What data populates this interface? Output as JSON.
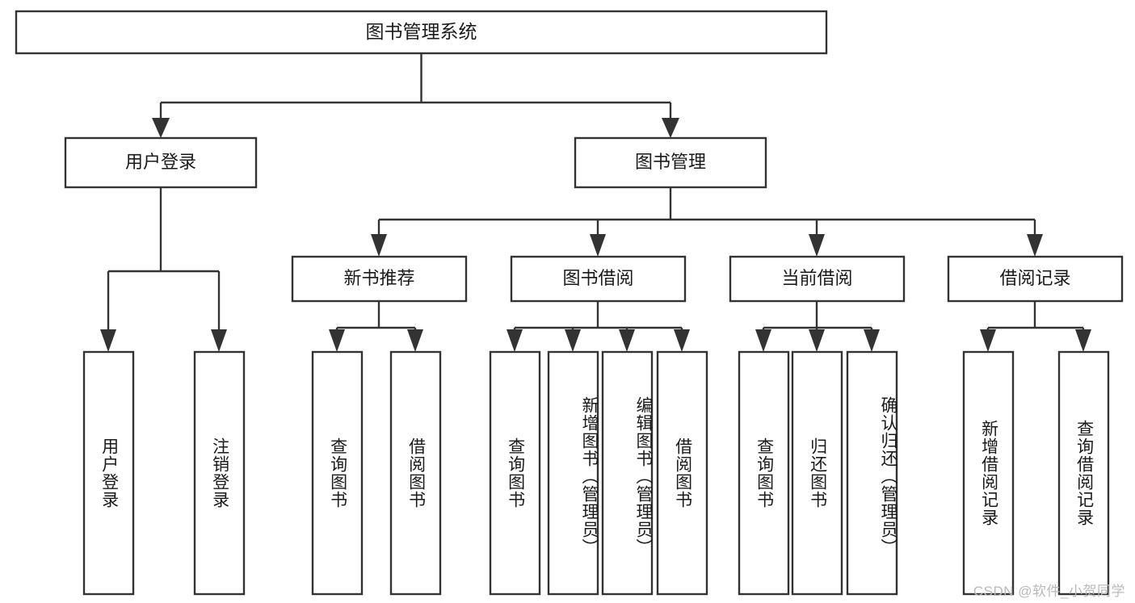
{
  "diagram": {
    "type": "tree",
    "orientation": "top-down",
    "title": "图书管理系统",
    "root": {
      "id": "root",
      "label": "图书管理系统",
      "level": 0
    },
    "levels": [
      {
        "level": 1,
        "nodes": [
          {
            "id": "user-login",
            "label": "用户登录",
            "parent": "root"
          },
          {
            "id": "book-manage",
            "label": "图书管理",
            "parent": "root"
          }
        ]
      },
      {
        "level": 2,
        "nodes": [
          {
            "id": "new-book-rec",
            "label": "新书推荐",
            "parent": "book-manage"
          },
          {
            "id": "book-borrow",
            "label": "图书借阅",
            "parent": "book-manage"
          },
          {
            "id": "current-borrow",
            "label": "当前借阅",
            "parent": "book-manage"
          },
          {
            "id": "borrow-record",
            "label": "借阅记录",
            "parent": "book-manage"
          }
        ]
      },
      {
        "level": 3,
        "nodes": [
          {
            "id": "leaf-user-login",
            "label": "用户登录",
            "parent": "user-login"
          },
          {
            "id": "leaf-user-logout",
            "label": "注销登录",
            "parent": "user-login"
          },
          {
            "id": "leaf-rec-query",
            "label": "查询图书",
            "parent": "new-book-rec"
          },
          {
            "id": "leaf-rec-borrow",
            "label": "借阅图书",
            "parent": "new-book-rec"
          },
          {
            "id": "leaf-borrow-query",
            "label": "查询图书",
            "parent": "book-borrow"
          },
          {
            "id": "leaf-borrow-add",
            "label": "新增图书（管理员）",
            "parent": "book-borrow"
          },
          {
            "id": "leaf-borrow-edit",
            "label": "编辑图书（管理员）",
            "parent": "book-borrow"
          },
          {
            "id": "leaf-borrow-do",
            "label": "借阅图书",
            "parent": "book-borrow"
          },
          {
            "id": "leaf-cur-query",
            "label": "查询图书",
            "parent": "current-borrow"
          },
          {
            "id": "leaf-cur-return",
            "label": "归还图书",
            "parent": "current-borrow"
          },
          {
            "id": "leaf-cur-confirm",
            "label": "确认归还（管理员）",
            "parent": "current-borrow"
          },
          {
            "id": "leaf-rec-add",
            "label": "新增借阅记录",
            "parent": "borrow-record"
          },
          {
            "id": "leaf-rec-query2",
            "label": "查询借阅记录",
            "parent": "borrow-record"
          }
        ]
      }
    ],
    "colors": {
      "box_stroke": "#333333",
      "box_fill": "#ffffff",
      "text": "#1a1a1a",
      "connector": "#333333",
      "watermark": "#b9b9b9",
      "background": "#ffffff"
    }
  },
  "watermark": {
    "text": "CSDN @软件_小贺同学"
  }
}
